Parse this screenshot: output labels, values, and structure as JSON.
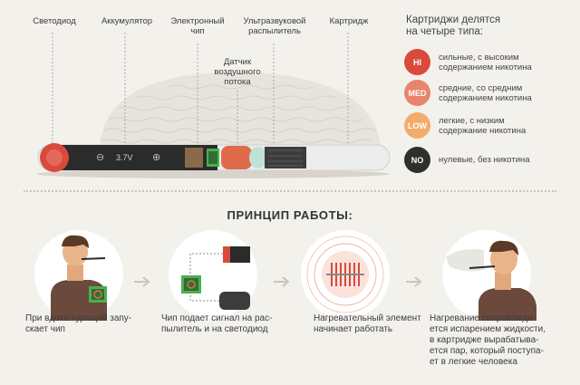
{
  "labels": {
    "led": "Светодиод",
    "battery": "Аккумулятор",
    "chip": "Электронный\nчип",
    "atomizer": "Ультразвуковой\nраспылитель",
    "cartridge": "Картридж",
    "sensor": "Датчик\nвоздушного\nпотока",
    "voltage": "3.7V",
    "minus": "⊖",
    "plus": "⊕"
  },
  "legend": {
    "title": "Картриджи  делятся\nна четыре типа:",
    "items": [
      {
        "badge": "HI",
        "color": "#d94a3d",
        "text": "сильные, с высоким\nсодержанием никотина"
      },
      {
        "badge": "MED",
        "color": "#e8846b",
        "text": "средние, со средним\nсодержанием никотина"
      },
      {
        "badge": "LOW",
        "color": "#f2ad6b",
        "text": "легкие, с низким\nсодержание никотина"
      },
      {
        "badge": "NO",
        "color": "#2f2f2f",
        "text": "нулевые, без никотина"
      }
    ]
  },
  "section_title": "ПРИНЦИП РАБОТЫ:",
  "steps": [
    {
      "caption": "При вдохе курящий запу-\nскает чип"
    },
    {
      "caption": "Чип подает сигнал на рас-\nпылитель и на светодиод"
    },
    {
      "caption": "Нагревательный элемент\nначинает работать"
    },
    {
      "caption": "Нагревание сопровожда-\nется испарением жидкости,\nв картридже вырабатыва-\nется пар, который поступа-\nет в легкие человека"
    }
  ],
  "colors": {
    "led_red": "#d94a3d",
    "body_dark": "#2b2b2b",
    "chip_green": "#4caf50",
    "orange": "#e06b4a",
    "cartridge_light": "#e6e6e6",
    "steam": "#dcdad5"
  }
}
